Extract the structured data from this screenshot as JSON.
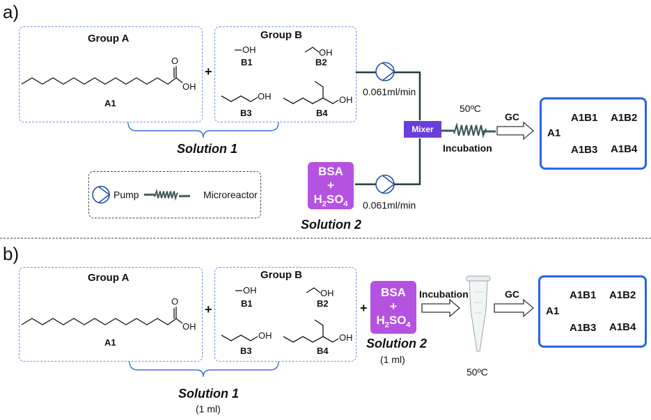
{
  "panel_a": {
    "label": "a)",
    "group_a": {
      "title": "Group A",
      "compound": "A1",
      "oh": "OH",
      "o": "O"
    },
    "group_b": {
      "title": "Group B",
      "b1": "B1",
      "b2": "B2",
      "b3": "B3",
      "b4": "B4",
      "oh": "OH"
    },
    "plus": "+",
    "solution1": "Solution 1",
    "solution2": "Solution 2",
    "reagent": {
      "line1": "BSA",
      "line2": "+",
      "line3_pre": "H",
      "line3_sub1": "2",
      "line3_mid": "SO",
      "line3_sub2": "4"
    },
    "flow_rate_top": "0.061ml/min",
    "flow_rate_bottom": "0.061ml/min",
    "mixer": "Mixer",
    "temperature": "50ºC",
    "incubation": "Incubation",
    "gc": "GC",
    "legend": {
      "pump": "Pump",
      "microreactor": "Microreactor"
    },
    "products": {
      "a1": "A1",
      "p1": "A1B1",
      "p2": "A1B2",
      "p3": "A1B3",
      "p4": "A1B4"
    }
  },
  "panel_b": {
    "label": "b)",
    "group_a": {
      "title": "Group A",
      "compound": "A1",
      "oh": "OH",
      "o": "O"
    },
    "group_b": {
      "title": "Group B",
      "b1": "B1",
      "b2": "B2",
      "b3": "B3",
      "b4": "B4",
      "oh": "OH"
    },
    "plus": "+",
    "solution1": "Solution 1",
    "solution1_volume": "(1 ml)",
    "solution2": "Solution 2",
    "solution2_volume": "(1 ml)",
    "reagent": {
      "line1": "BSA",
      "line2": "+",
      "line3_pre": "H",
      "line3_sub1": "2",
      "line3_mid": "SO",
      "line3_sub2": "4"
    },
    "incubation": "Incubation",
    "temperature": "50ºC",
    "gc": "GC",
    "products": {
      "a1": "A1",
      "p1": "A1B1",
      "p2": "A1B2",
      "p3": "A1B3",
      "p4": "A1B4"
    }
  },
  "colors": {
    "dashed_box": "#6b8fe0",
    "reagent": "#b553e0",
    "mixer": "#6a3fd8",
    "result_border": "#2a63e8",
    "brace": "#3a6fe0"
  }
}
